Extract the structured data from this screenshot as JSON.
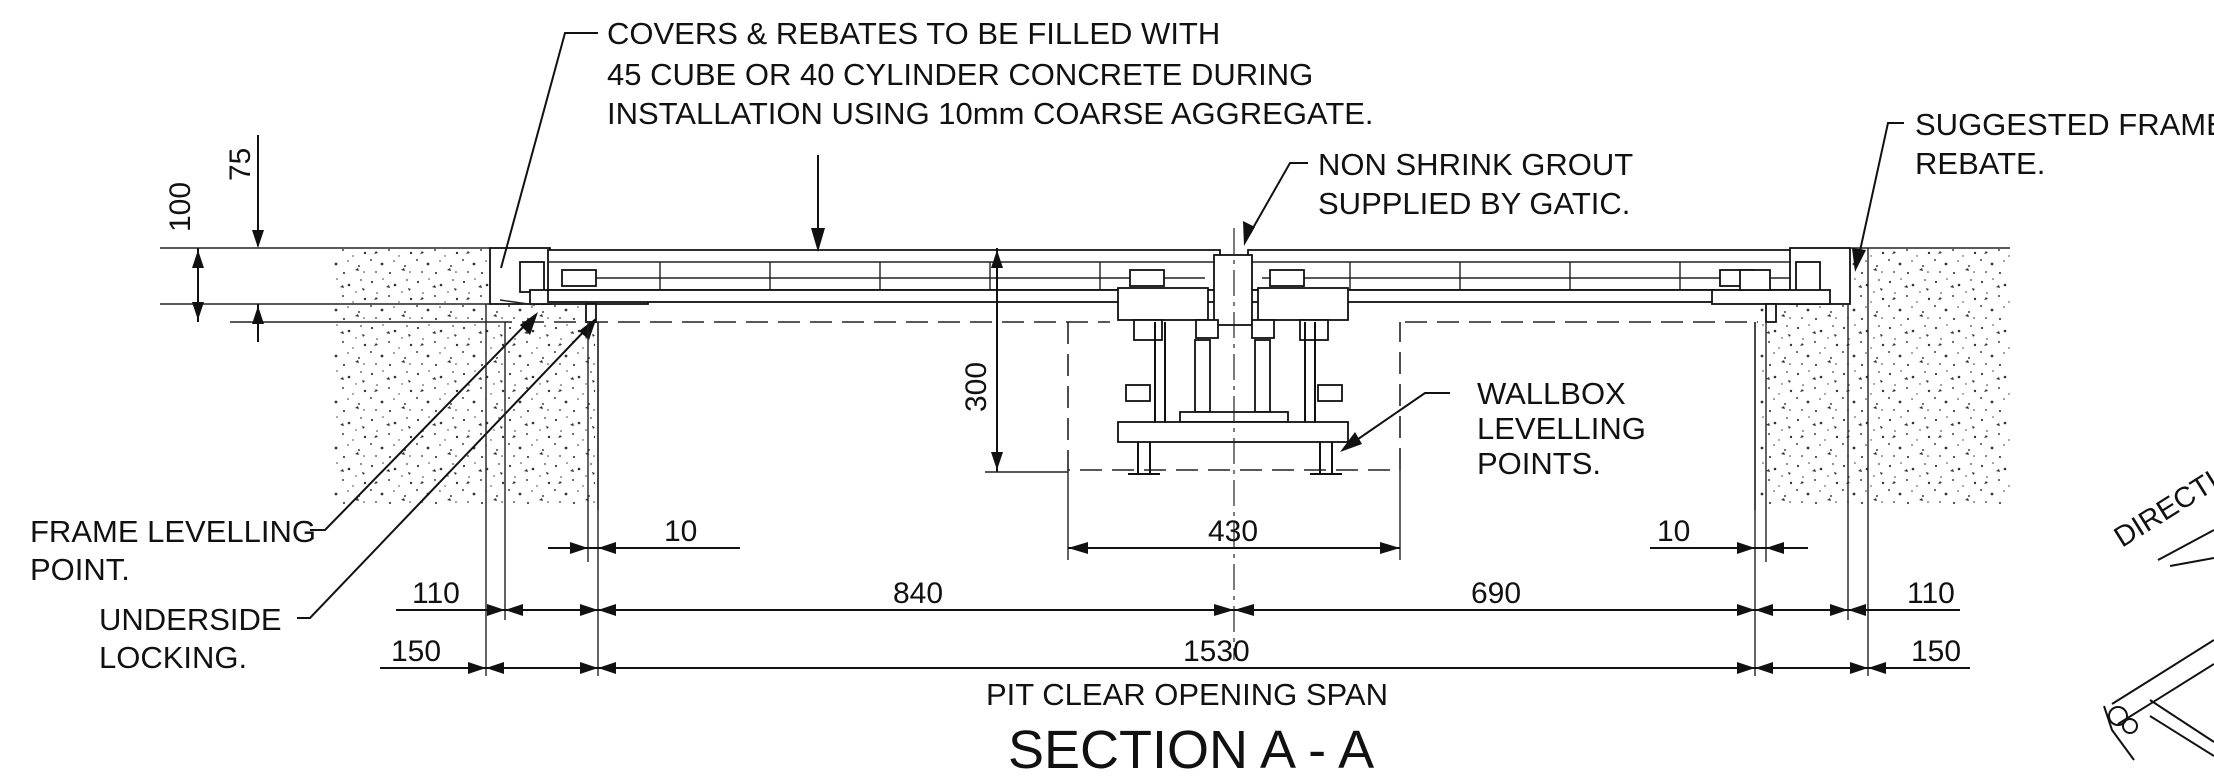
{
  "notes": {
    "covers_line1": "COVERS & REBATES TO BE FILLED WITH",
    "covers_line2": "45 CUBE OR 40 CYLINDER CONCRETE DURING",
    "covers_line3": "INSTALLATION USING 10mm COARSE AGGREGATE.",
    "grout_line1": "NON SHRINK GROUT",
    "grout_line2": "SUPPLIED BY GATIC.",
    "frame_line1": "SUGGESTED FRAME",
    "frame_line2": "REBATE.",
    "wallbox_line1": "WALLBOX",
    "wallbox_line2": "LEVELLING",
    "wallbox_line3": "POINTS.",
    "flp_line1": "FRAME LEVELLING",
    "flp_line2": "POINT.",
    "ul_line1": "UNDERSIDE",
    "ul_line2": "LOCKING.",
    "direction": "DIRECTI"
  },
  "dimensions": {
    "d100": "100",
    "d75": "75",
    "d300": "300",
    "d10_left": "10",
    "d430": "430",
    "d10_right": "10",
    "d110_left": "110",
    "d840": "840",
    "d690": "690",
    "d110_right": "110",
    "d150_left": "150",
    "d1530": "1530",
    "d150_right": "150"
  },
  "span_label": "PIT CLEAR OPENING SPAN",
  "section_title": "SECTION A - A"
}
